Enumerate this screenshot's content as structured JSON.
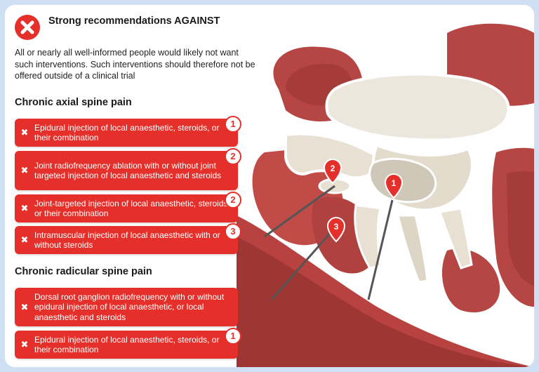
{
  "header": {
    "title": "Strong recommendations AGAINST",
    "description": "All or nearly all well-informed people would likely not want such interventions. Such interventions should therefore not be offered outside of a clinical trial",
    "icon": "cross-icon",
    "accent_color": "#e52f2a"
  },
  "sections": [
    {
      "title": "Chronic axial spine pain",
      "items": [
        {
          "text": "Epidural injection of local anaesthetic, steroids, or their combination",
          "badge": "1"
        },
        {
          "text": "Joint radiofrequency ablation with or without joint targeted injection of local anaesthetic and steroids",
          "badge": "2"
        },
        {
          "text": "Joint-targeted injection of local anaesthetic, steroids, or their combination",
          "badge": "2"
        },
        {
          "text": "Intramuscular injection of local anaesthetic with or without steroids",
          "badge": "3"
        }
      ]
    },
    {
      "title": "Chronic radicular spine pain",
      "items": [
        {
          "text": "Dorsal root ganglion radiofrequency with or without epidural injection of local anaesthetic, or local anaesthetic and steroids",
          "badge": ""
        },
        {
          "text": "Epidural injection of local anaesthetic, steroids, or their combination",
          "badge": "1"
        }
      ]
    }
  ],
  "illustration": {
    "markers": [
      {
        "label": "2"
      },
      {
        "label": "1"
      },
      {
        "label": "3"
      }
    ]
  }
}
